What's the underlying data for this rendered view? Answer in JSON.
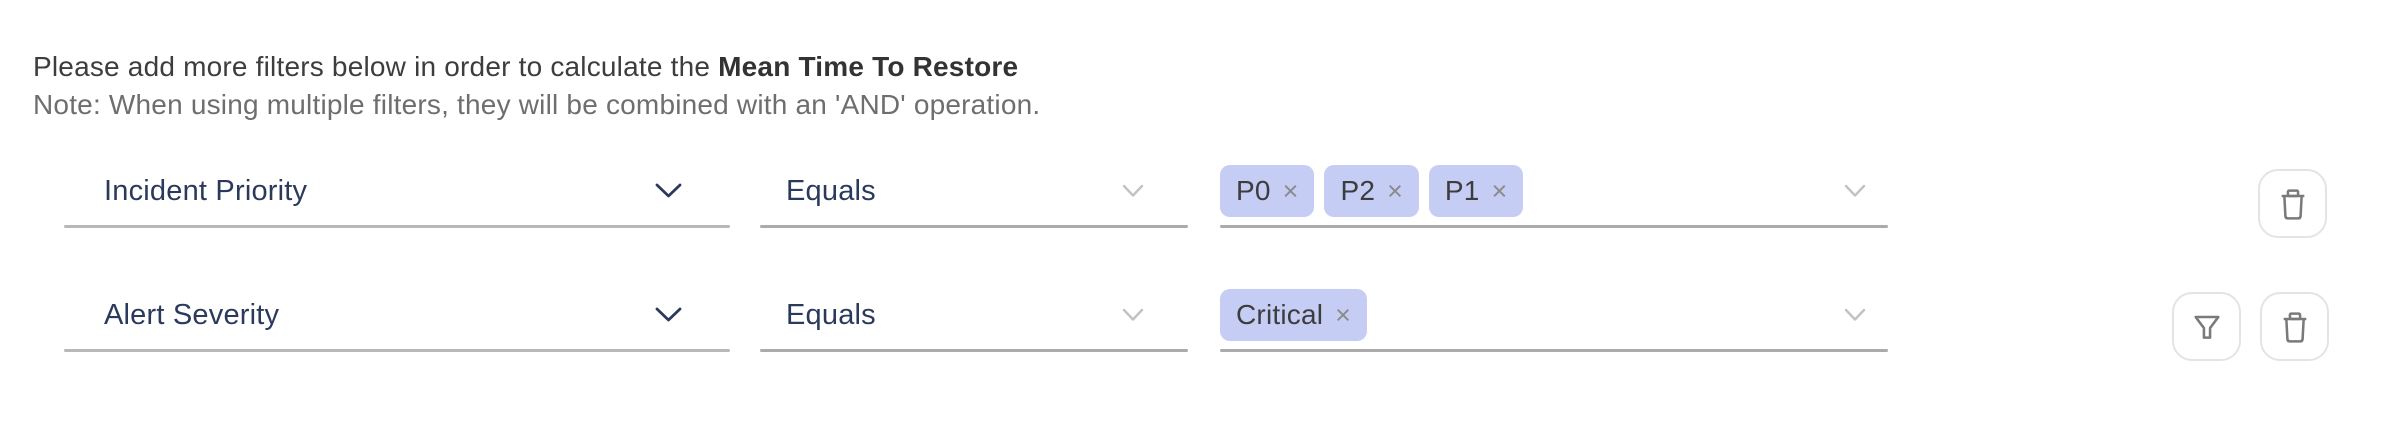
{
  "header": {
    "intro_text": "Please add more filters below in order to calculate the ",
    "metric_name": "Mean Time To Restore",
    "note": "Note: When using multiple filters, they will be combined with an 'AND' operation."
  },
  "filter_rows": [
    {
      "field": "Incident Priority",
      "operator": "Equals",
      "values": [
        "P0",
        "P2",
        "P1"
      ]
    },
    {
      "field": "Alert Severity",
      "operator": "Equals",
      "values": [
        "Critical"
      ]
    }
  ],
  "icons": {
    "remove_tag_glyph": "×",
    "field_chevron": "chevron-down",
    "delete_row": "trash",
    "apply_filter": "funnel"
  },
  "colors": {
    "accent_text": "#2b3a5c",
    "tag_background": "#c5cdf5",
    "tag_text": "#3d3d3d",
    "note_text": "#6e6e6e",
    "underline": "#ababab",
    "icon_gray": "#7a7a7a"
  }
}
